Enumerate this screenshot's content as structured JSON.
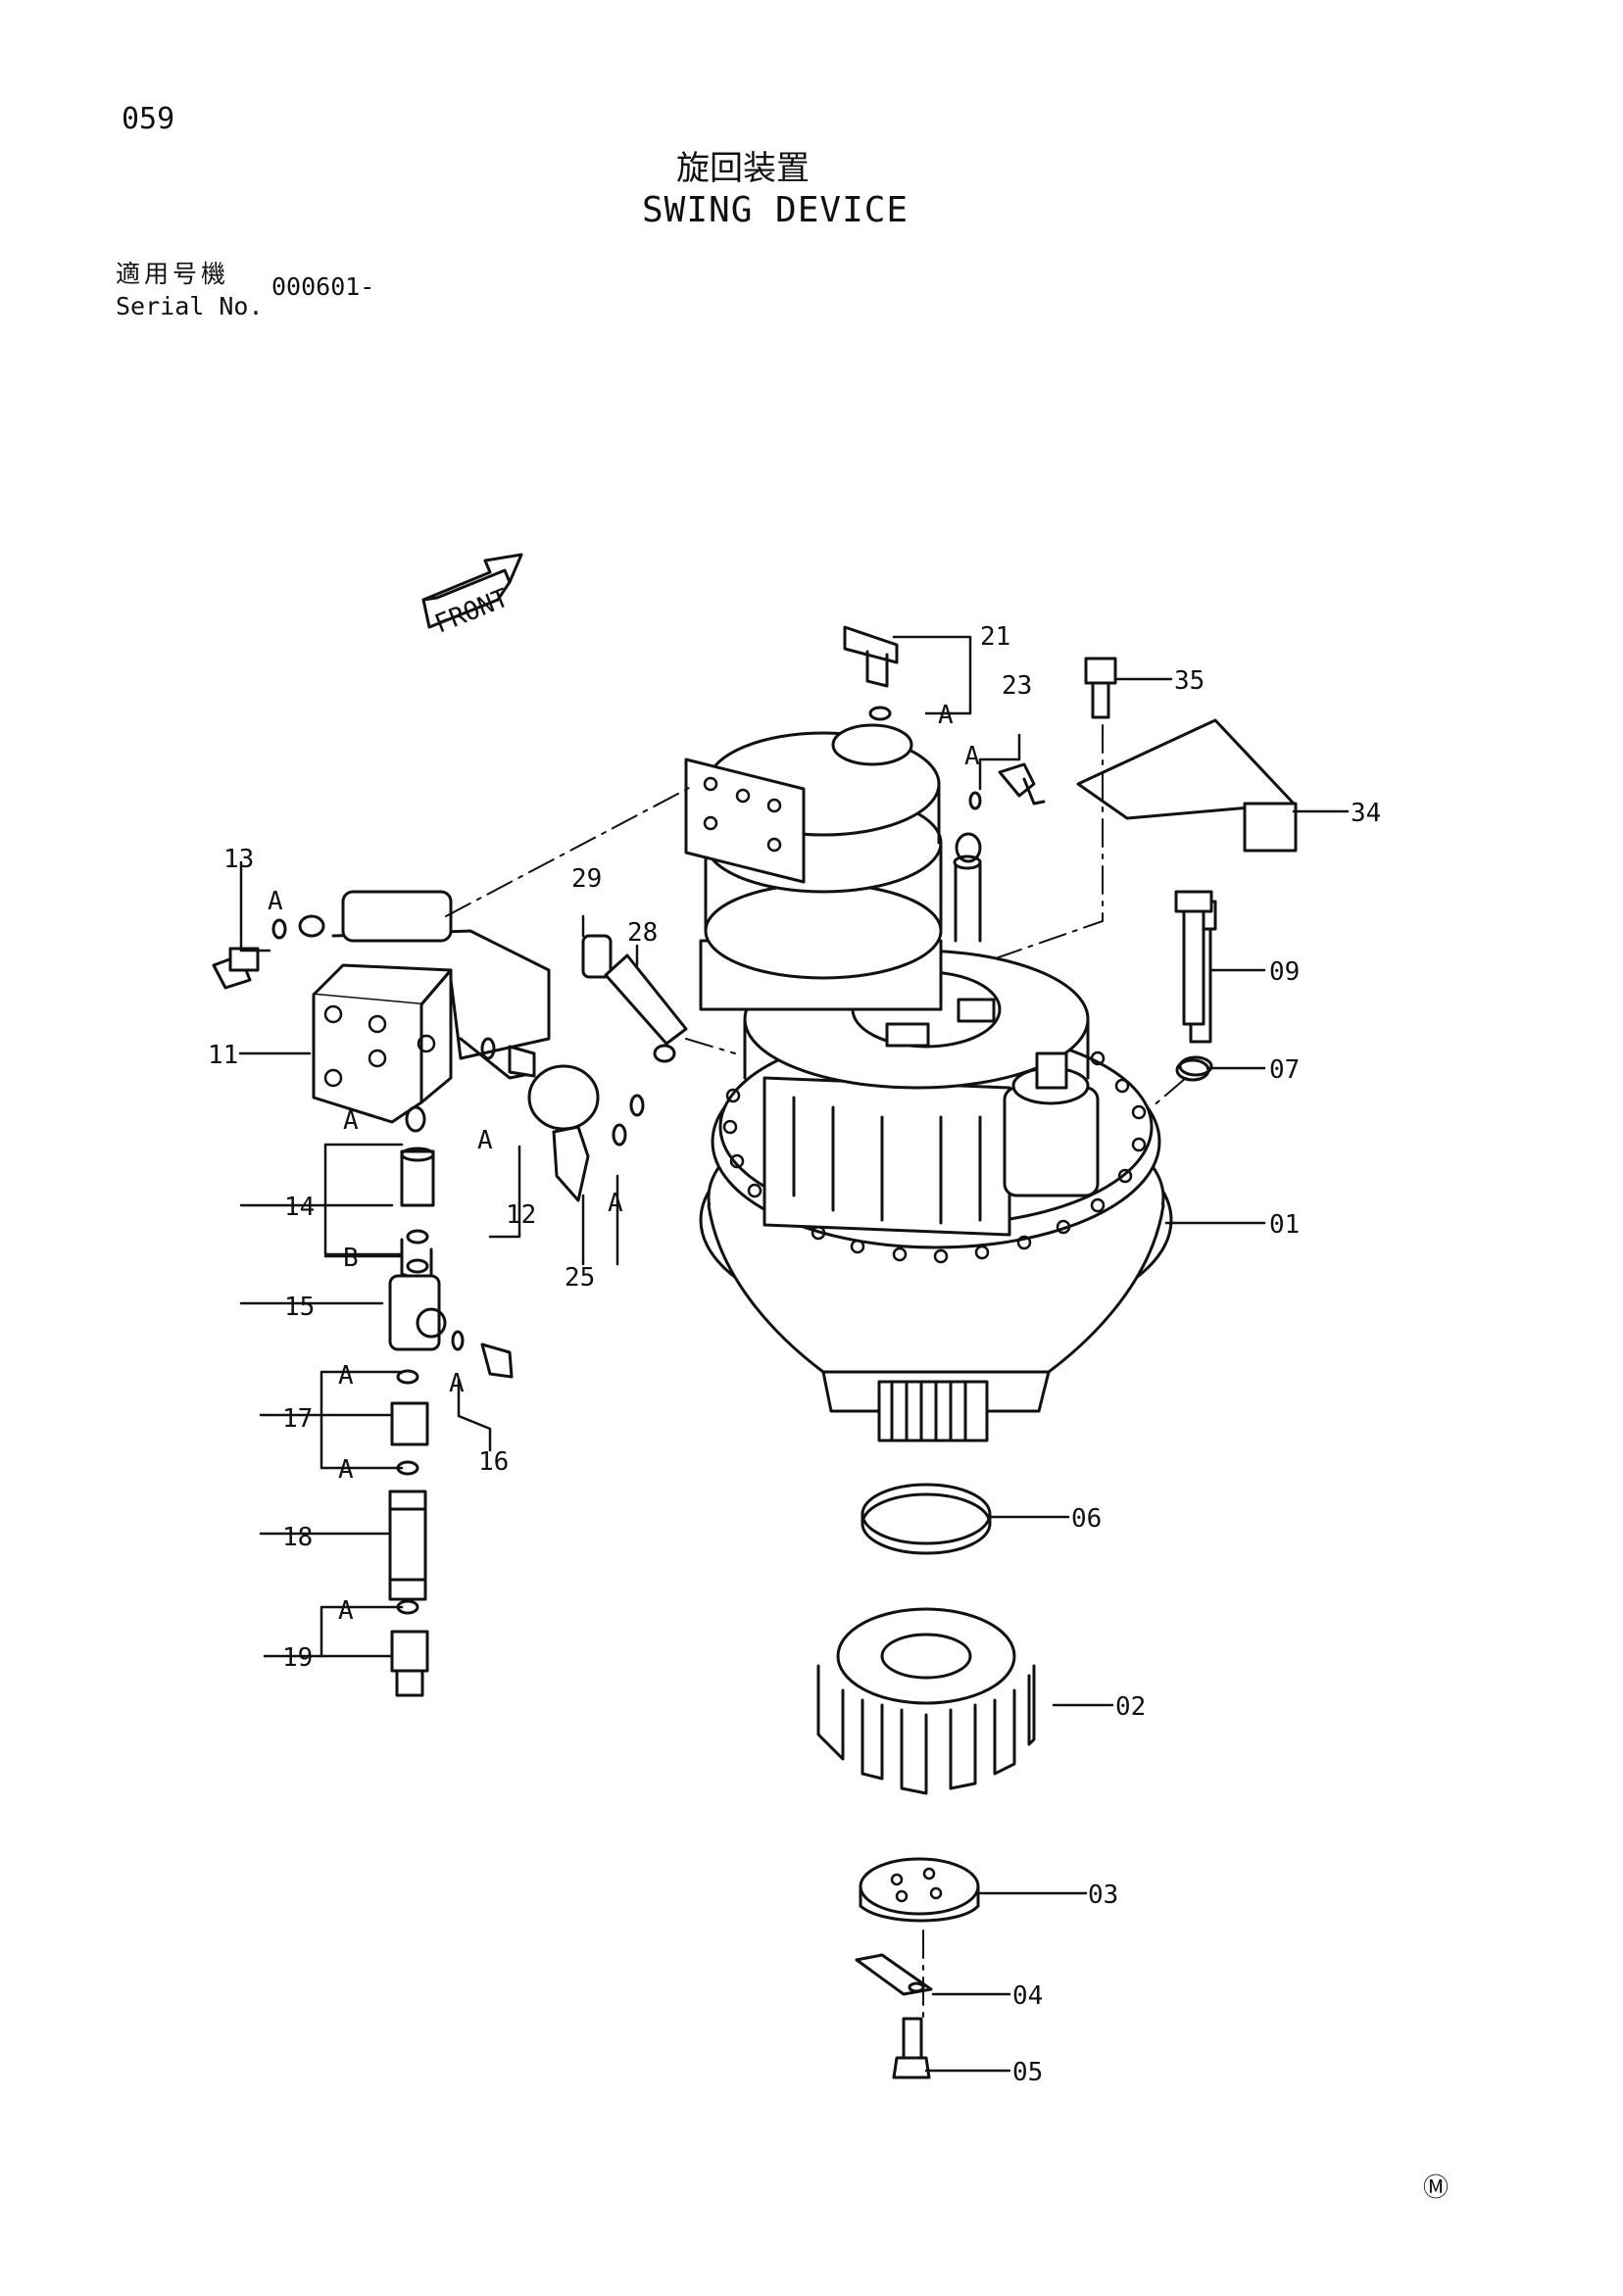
{
  "page_number": "059",
  "title_ja": "旋回装置",
  "title_en": "SWING DEVICE",
  "serial": {
    "label_ja": "適用号機",
    "label_en": "Serial No.",
    "value": "000601-"
  },
  "front_label": "FRONT",
  "callouts": {
    "c01": "01",
    "c02": "02",
    "c03": "03",
    "c04": "04",
    "c05": "05",
    "c06": "06",
    "c07": "07",
    "c09": "09",
    "c11": "11",
    "c12": "12",
    "c13": "13",
    "c14": "14",
    "c15": "15",
    "c16": "16",
    "c17": "17",
    "c18": "18",
    "c19": "19",
    "c21": "21",
    "c23": "23",
    "c25": "25",
    "c28": "28",
    "c29": "29",
    "c34": "34",
    "c35": "35"
  },
  "letters": {
    "a": "A",
    "b": "B"
  },
  "mark": "Ⓜ"
}
